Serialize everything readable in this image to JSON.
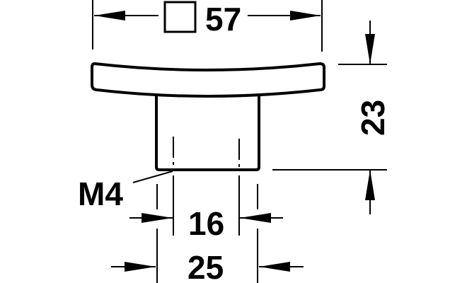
{
  "drawing": {
    "width_label": "57",
    "width_symbol": "square",
    "height_label": "23",
    "thread_label": "M4",
    "base_inner_label": "16",
    "base_outer_label": "25"
  },
  "colors": {
    "line": "#000000",
    "background": "#ffffff"
  }
}
